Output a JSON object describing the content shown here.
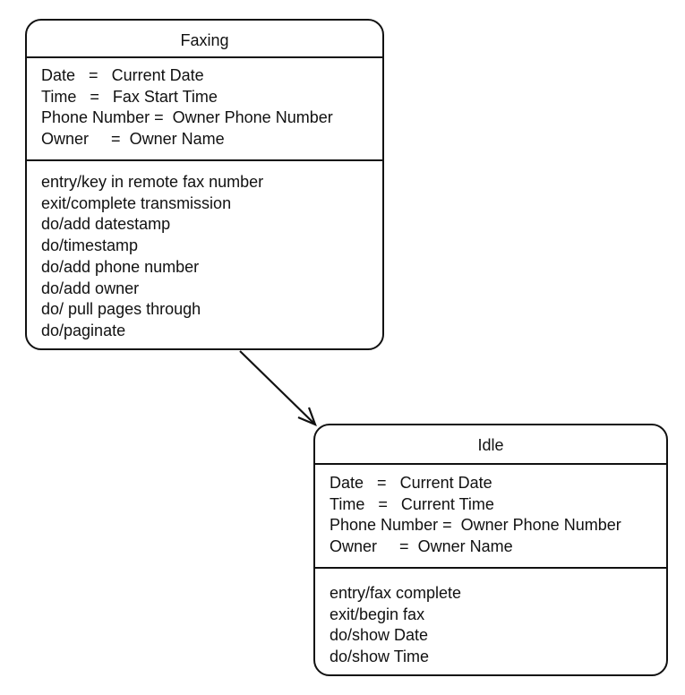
{
  "states": {
    "faxing": {
      "name": "Faxing",
      "attributes": [
        {
          "name": "Date",
          "eq": "=",
          "value": "Current Date"
        },
        {
          "name": "Time",
          "eq": "=",
          "value": "Fax Start Time"
        },
        {
          "name": "Phone Number",
          "eq": "=",
          "value": "Owner Phone Number"
        },
        {
          "name": "Owner",
          "eq": "=",
          "value": "Owner Name"
        }
      ],
      "activities": [
        "entry/key in remote fax number",
        "exit/complete transmission",
        "do/add datestamp",
        "do/timestamp",
        "do/add phone number",
        "do/add owner",
        "do/ pull pages through",
        "do/paginate"
      ]
    },
    "idle": {
      "name": "Idle",
      "attributes": [
        {
          "name": "Date",
          "eq": "=",
          "value": "Current Date"
        },
        {
          "name": "Time",
          "eq": "=",
          "value": "Current Time"
        },
        {
          "name": "Phone Number",
          "eq": "=",
          "value": "Owner Phone Number"
        },
        {
          "name": "Owner",
          "eq": "=",
          "value": "Owner Name"
        }
      ],
      "activities": [
        "entry/fax complete",
        "exit/begin fax",
        "do/show Date",
        "do/show Time"
      ]
    }
  }
}
